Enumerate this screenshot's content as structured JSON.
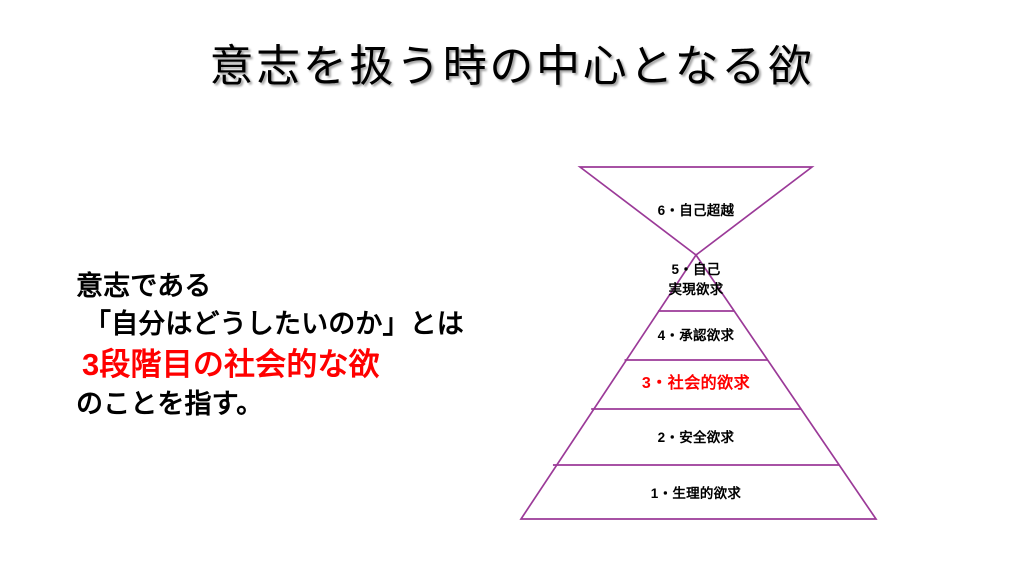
{
  "slide": {
    "title": "意志を扱う時の中心となる欲",
    "background_color": "#ffffff",
    "accent_color": "#9b3a98",
    "highlight_color": "#ff0000"
  },
  "body_text": {
    "lines": [
      {
        "text": "意志である",
        "emphasis": false
      },
      {
        "text": "「自分はどうしたいのか」とは",
        "emphasis": false
      },
      {
        "text": "3段階目の社会的な欲",
        "emphasis": true
      },
      {
        "text": "のことを指す。",
        "emphasis": false
      }
    ]
  },
  "pyramid": {
    "tiers": [
      {
        "number": "6",
        "label": "6・自己超越",
        "label_line2": "",
        "highlight": false
      },
      {
        "number": "5",
        "label": "5・自己",
        "label_line2": "実現欲求",
        "highlight": false
      },
      {
        "number": "4",
        "label": "4・承認欲求",
        "label_line2": "",
        "highlight": false
      },
      {
        "number": "3",
        "label": "3・社会的欲求",
        "label_line2": "",
        "highlight": true
      },
      {
        "number": "2",
        "label": "2・安全欲求",
        "label_line2": "",
        "highlight": false
      },
      {
        "number": "1",
        "label": "1・生理的欲求",
        "label_line2": "",
        "highlight": false
      }
    ]
  }
}
